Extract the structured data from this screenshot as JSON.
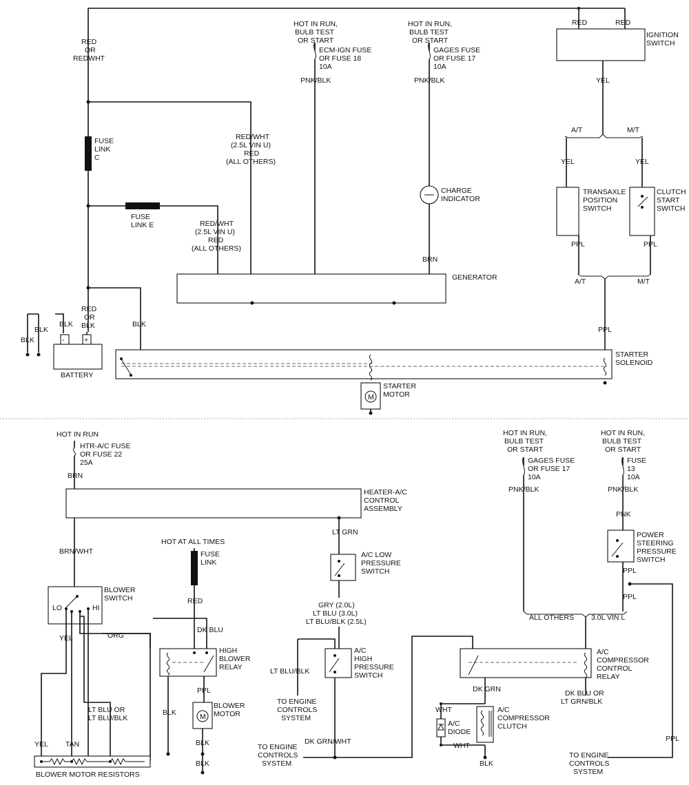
{
  "labels": {
    "red_or_redwht": [
      "RED",
      "OR",
      "REDWHT"
    ],
    "red_1": "RED",
    "red_2": "RED",
    "ignition_switch": [
      "IGNITION",
      "SWITCH"
    ],
    "yel_ign": "YEL",
    "at_1": "A/T",
    "mt_1": "M/T",
    "yel_l": "YEL",
    "yel_r": "YEL",
    "transaxle_switch": [
      "TRANSAXLE",
      "POSITION",
      "SWITCH"
    ],
    "clutch_switch": [
      "CLUTCH",
      "START",
      "SWITCH"
    ],
    "ppl_l": "PPL",
    "ppl_r": "PPL",
    "at_2": "A/T",
    "mt_2": "M/T",
    "ppl_main": "PPL",
    "starter_solenoid": [
      "STARTER",
      "SOLENOID"
    ],
    "starter_motor": [
      "STARTER",
      "MOTOR"
    ],
    "hot_run_1": [
      "HOT IN RUN,",
      "BULB TEST",
      "OR START"
    ],
    "ecm_fuse": [
      "ECM-IGN FUSE",
      "OR FUSE 18",
      "10A"
    ],
    "pnkblk_1": "PNK/BLK",
    "hot_run_2": [
      "HOT IN RUN,",
      "BULB TEST",
      "OR START"
    ],
    "gages_fuse_1": [
      "GAGES FUSE",
      "OR FUSE 17",
      "10A"
    ],
    "pnkblk_2": "PNK/BLK",
    "charge_indicator": [
      "CHARGE",
      "INDICATOR"
    ],
    "brn_gen": "BRN",
    "generator": "GENERATOR",
    "fuse_link_c": [
      "FUSE",
      "LINK",
      "C"
    ],
    "fuse_link_e": [
      "FUSE",
      "LINK E"
    ],
    "redwht_1": [
      "RED/WHT",
      "(2.5L VIN U)",
      "RED",
      "(ALL OTHERS)"
    ],
    "redwht_2": [
      "RED/WHT",
      "(2.5L VIN U)",
      "RED",
      "(ALL OTHERS)"
    ],
    "red_or_blk": [
      "RED",
      "OR",
      "BLK"
    ],
    "blk_bat": "BLK",
    "blk_g1": "BLK",
    "blk_g2": "BLK",
    "blk_g3": "BLK",
    "battery": "BATTERY",
    "hot_in_run": "HOT IN RUN",
    "htr_fuse": [
      "HTR-A/C FUSE",
      "OR FUSE 22",
      "25A"
    ],
    "brn_htr": "BRN",
    "heater_control": [
      "HEATER-A/C",
      "CONTROL",
      "ASSEMBLY"
    ],
    "lt_grn": "LT GRN",
    "ac_low_switch": [
      "A/C LOW",
      "PRESSURE",
      "SWITCH"
    ],
    "gry_labels": [
      "GRY (2.0L)",
      "LT BLU (3.0L)",
      "LT BLU/BLK (2.5L)"
    ],
    "ac_high_switch": [
      "A/C",
      "HIGH",
      "PRESSURE",
      "SWITCH"
    ],
    "lt_blublk": "LT BLU/BLK",
    "to_engine_1": [
      "TO ENGINE",
      "CONTROLS",
      "SYSTEM"
    ],
    "dk_grnwht": "DK GRN/WHT",
    "to_engine_2": [
      "TO ENGINE",
      "CONTROLS",
      "SYSTEM"
    ],
    "brnwht": "BRN/WHT",
    "blower_switch": [
      "BLOWER",
      "SWITCH"
    ],
    "lo": "LO",
    "hi": "HI",
    "yel_b": "YEL",
    "org": "ORG",
    "hot_all_times": "HOT AT ALL TIMES",
    "fuse_link_b": [
      "FUSE",
      "LINK"
    ],
    "red_b": "RED",
    "dk_blu": "DK BLU",
    "high_blower_relay": [
      "HIGH",
      "BLOWER",
      "RELAY"
    ],
    "ppl_b": "PPL",
    "blower_motor": [
      "BLOWER",
      "MOTOR"
    ],
    "blk_b1": "BLK",
    "blk_b2": "BLK",
    "blk_b3": "BLK",
    "lt_blu_or": [
      "LT BLU OR",
      "LT BLU/BLK"
    ],
    "yel_r2": "YEL",
    "tan": "TAN",
    "blower_resistors": "BLOWER MOTOR RESISTORS",
    "hot_run_3": [
      "HOT IN RUN,",
      "BULB TEST",
      "OR START"
    ],
    "gages_fuse_2": [
      "GAGES FUSE",
      "OR FUSE 17",
      "10A"
    ],
    "pnkblk_3": "PNK/BLK",
    "hot_run_4": [
      "HOT IN RUN,",
      "BULB TEST",
      "OR START"
    ],
    "fuse_13": [
      "FUSE",
      "13",
      "10A"
    ],
    "pnkblk_4": "PNK/BLK",
    "pnk": "PNK",
    "ps_switch": [
      "POWER",
      "STEERING",
      "PRESSURE",
      "SWITCH"
    ],
    "ppl_ps1": "PPL",
    "ppl_ps2": "PPL",
    "all_others": "ALL OTHERS",
    "vin_l": "3.0L VIN L",
    "ac_comp_relay": [
      "A/C",
      "COMPRESSOR",
      "CONTROL",
      "RELAY"
    ],
    "dk_grn": "DK GRN",
    "wht_1": "WHT",
    "ac_diode": [
      "A/C",
      "DIODE"
    ],
    "wht_2": "WHT",
    "ac_clutch": [
      "A/C",
      "COMPRESSOR",
      "CLUTCH"
    ],
    "blk_clutch": "BLK",
    "dk_blu_or": [
      "DK BLU OR",
      "LT GRN/BLK"
    ],
    "ppl_far": "PPL",
    "to_engine_3": [
      "TO ENGINE",
      "CONTROLS",
      "SYSTEM"
    ]
  }
}
